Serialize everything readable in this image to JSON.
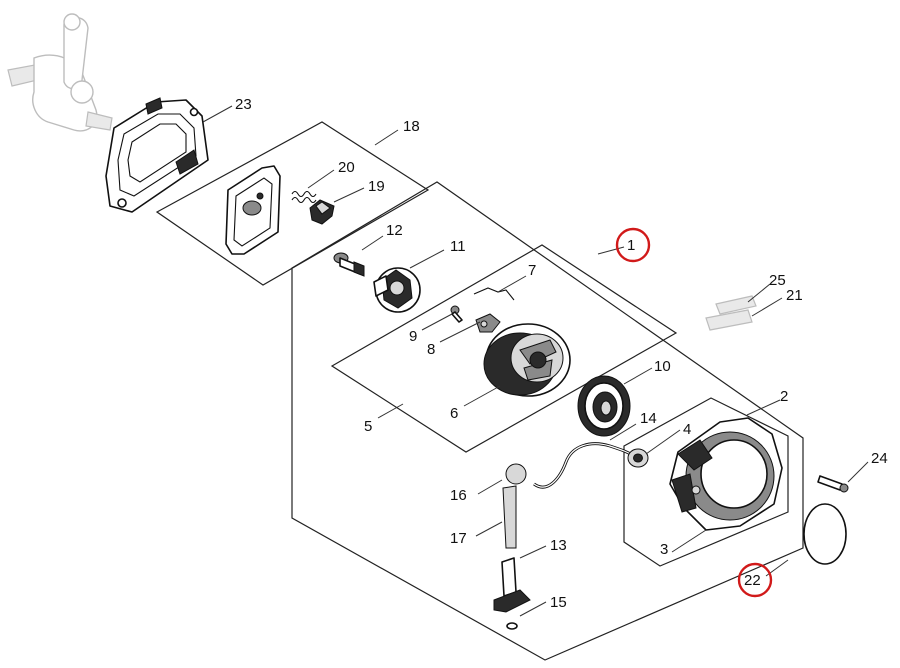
{
  "diagram": {
    "callouts": {
      "c1": "1",
      "c2": "2",
      "c3": "3",
      "c4": "4",
      "c5": "5",
      "c6": "6",
      "c7": "7",
      "c8": "8",
      "c9": "9",
      "c10": "10",
      "c11": "11",
      "c12": "12",
      "c13": "13",
      "c14": "14",
      "c15": "15",
      "c16": "16",
      "c17": "17",
      "c18": "18",
      "c19": "19",
      "c20": "20",
      "c21": "21",
      "c22": "22",
      "c23": "23",
      "c24": "24",
      "c25": "25"
    },
    "highlighted": [
      "1",
      "22"
    ],
    "highlight_color": "#d11a1a"
  }
}
